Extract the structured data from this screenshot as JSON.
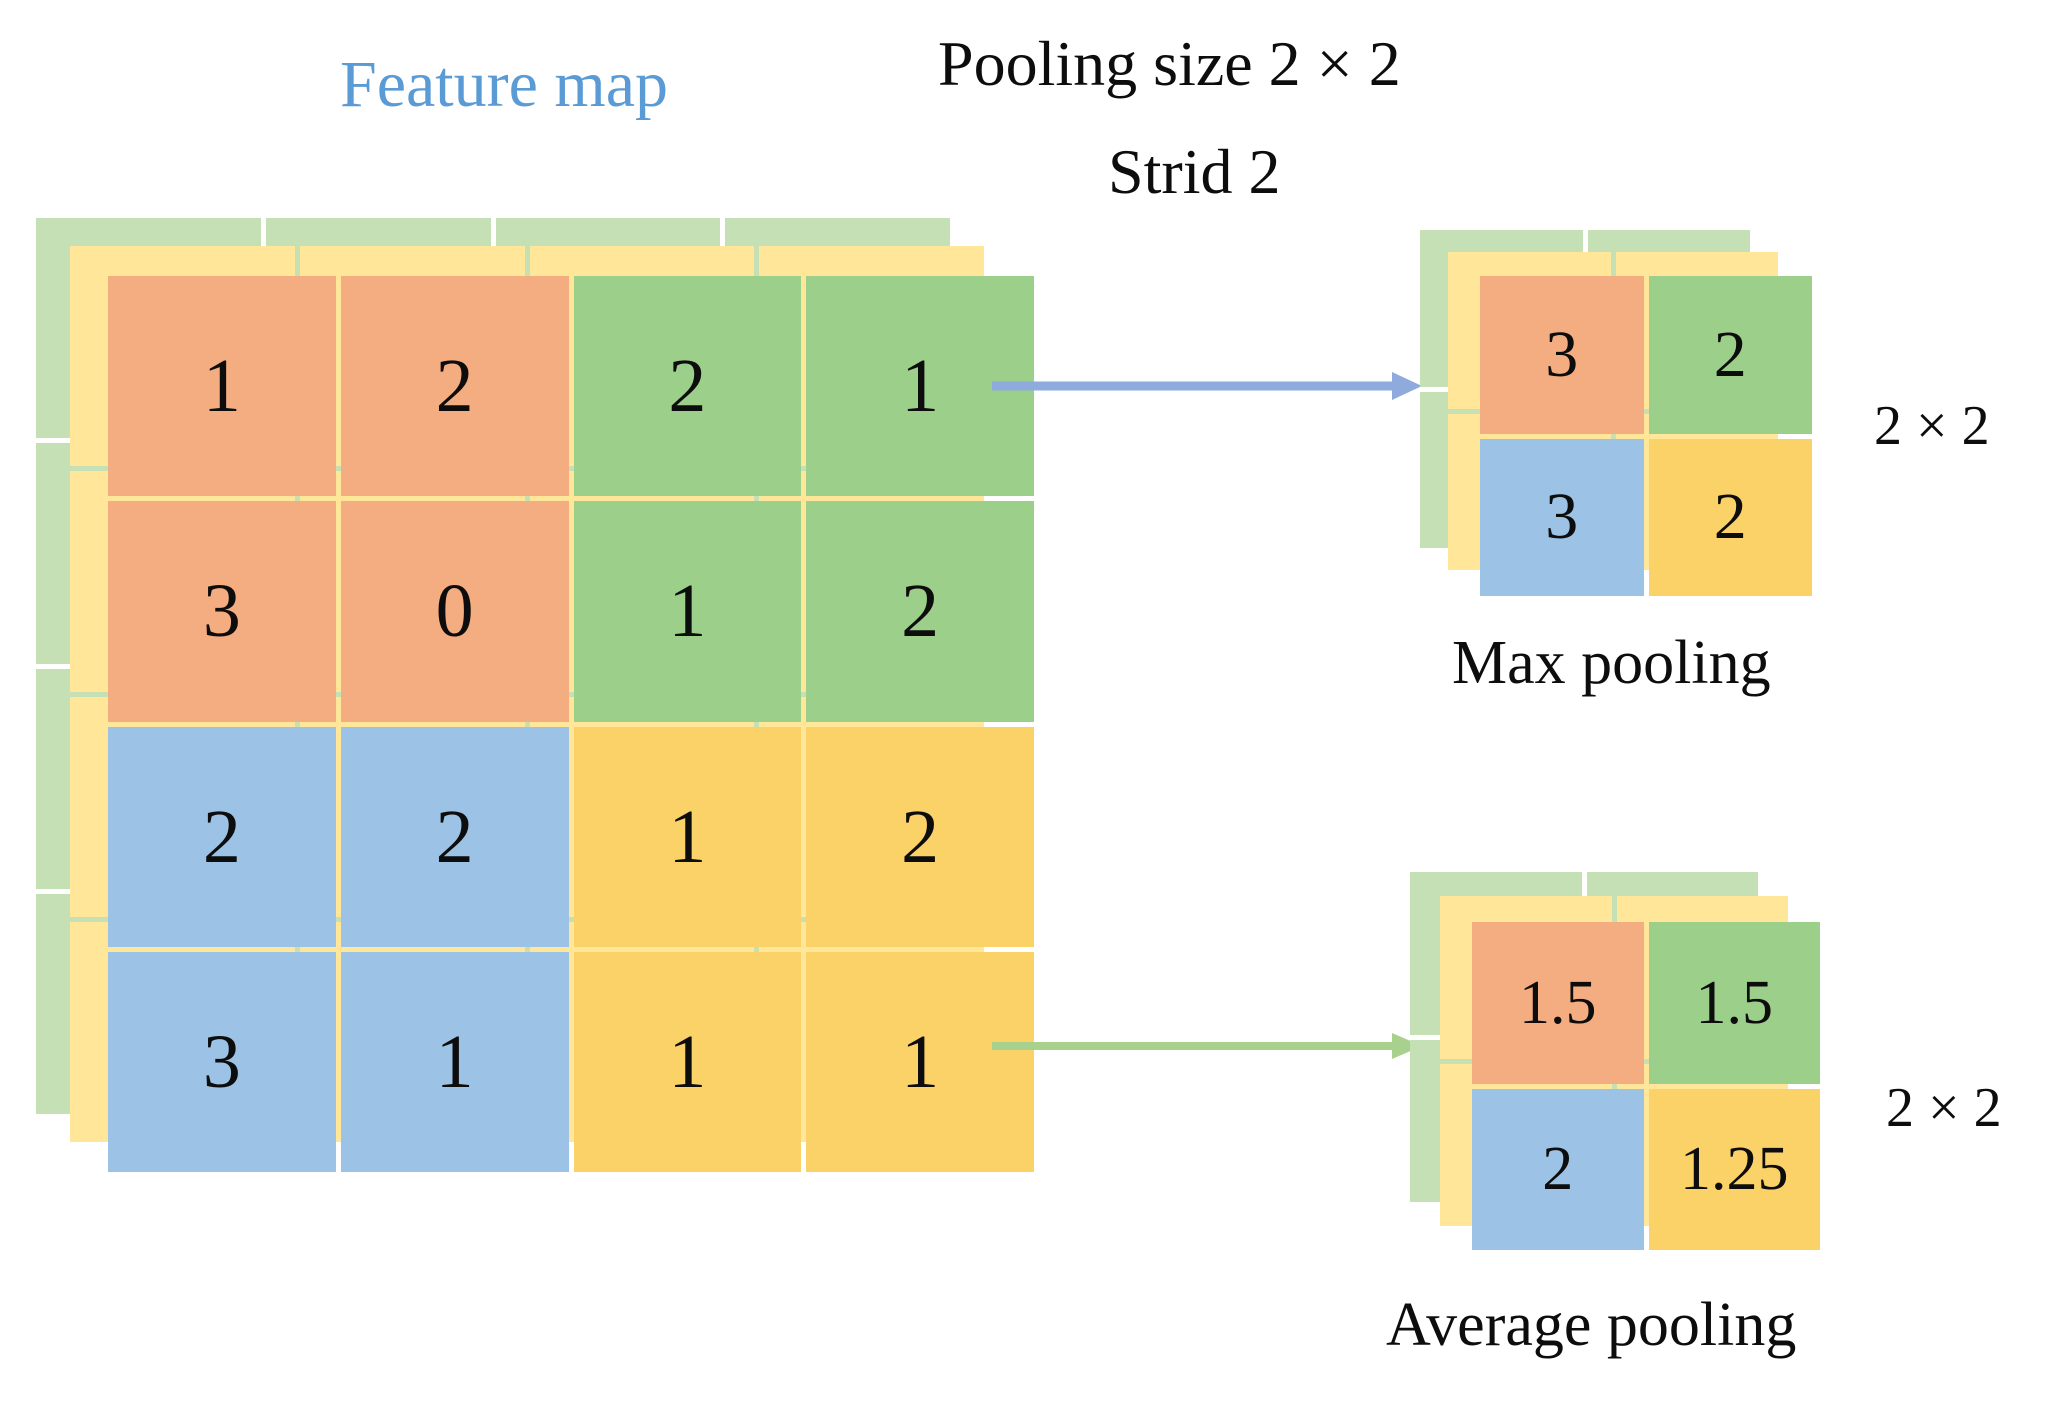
{
  "titles": {
    "feature_map": "Feature map",
    "pooling_size": "Pooling size 2 × 2",
    "stride": "Strid 2",
    "max_pooling": "Max pooling",
    "average_pooling": "Average pooling",
    "max_output_dim": "2 × 2",
    "avg_output_dim": "2 × 2"
  },
  "colors": {
    "orange": "#F4AD80",
    "green": "#9BCF8A",
    "blue": "#9CC3E5",
    "yellow": "#FBD267",
    "back_green": "#C5E0B4",
    "back_yellow": "#FFE699",
    "title_blue": "#5B9BD5",
    "arrow_max": "#8FAADC",
    "arrow_avg": "#A9D18E",
    "text": "#0D0D0D",
    "gap": "#FFFFFF"
  },
  "chart_data": {
    "type": "heatmap",
    "title": "Max pooling and average pooling over a 4×4 feature map",
    "feature_map": {
      "label": "Feature map",
      "rows": 4,
      "cols": 4,
      "values": [
        [
          1,
          2,
          2,
          1
        ],
        [
          3,
          0,
          1,
          2
        ],
        [
          2,
          2,
          1,
          2
        ],
        [
          3,
          1,
          1,
          1
        ]
      ],
      "cell_colors": [
        [
          "#F4AD80",
          "#F4AD80",
          "#9BCF8A",
          "#9BCF8A"
        ],
        [
          "#F4AD80",
          "#F4AD80",
          "#9BCF8A",
          "#9BCF8A"
        ],
        [
          "#9CC3E5",
          "#9CC3E5",
          "#FBD267",
          "#FBD267"
        ],
        [
          "#9CC3E5",
          "#9CC3E5",
          "#FBD267",
          "#FBD267"
        ]
      ]
    },
    "max_pooling": {
      "label": "Max pooling",
      "output_dim": "2 × 2",
      "rows": 2,
      "cols": 2,
      "values": [
        [
          3,
          2
        ],
        [
          3,
          2
        ]
      ],
      "cell_colors": [
        [
          "#F4AD80",
          "#9BCF8A"
        ],
        [
          "#9CC3E5",
          "#FBD267"
        ]
      ]
    },
    "average_pooling": {
      "label": "Average pooling",
      "output_dim": "2 × 2",
      "rows": 2,
      "cols": 2,
      "values": [
        [
          1.5,
          1.5
        ],
        [
          2,
          1.25
        ]
      ],
      "cell_colors": [
        [
          "#F4AD80",
          "#9BCF8A"
        ],
        [
          "#9CC3E5",
          "#FBD267"
        ]
      ]
    },
    "pooling_size": "2 × 2",
    "stride": 2
  },
  "feature_map_cells": [
    {
      "value": "1",
      "color": "#F4AD80"
    },
    {
      "value": "2",
      "color": "#F4AD80"
    },
    {
      "value": "2",
      "color": "#9BCF8A"
    },
    {
      "value": "1",
      "color": "#9BCF8A"
    },
    {
      "value": "3",
      "color": "#F4AD80"
    },
    {
      "value": "0",
      "color": "#F4AD80"
    },
    {
      "value": "1",
      "color": "#9BCF8A"
    },
    {
      "value": "2",
      "color": "#9BCF8A"
    },
    {
      "value": "2",
      "color": "#9CC3E5"
    },
    {
      "value": "2",
      "color": "#9CC3E5"
    },
    {
      "value": "1",
      "color": "#FBD267"
    },
    {
      "value": "2",
      "color": "#FBD267"
    },
    {
      "value": "3",
      "color": "#9CC3E5"
    },
    {
      "value": "1",
      "color": "#9CC3E5"
    },
    {
      "value": "1",
      "color": "#FBD267"
    },
    {
      "value": "1",
      "color": "#FBD267"
    }
  ],
  "max_pool_cells": [
    {
      "value": "3",
      "color": "#F4AD80"
    },
    {
      "value": "2",
      "color": "#9BCF8A"
    },
    {
      "value": "3",
      "color": "#9CC3E5"
    },
    {
      "value": "2",
      "color": "#FBD267"
    }
  ],
  "avg_pool_cells": [
    {
      "value": "1.5",
      "color": "#F4AD80"
    },
    {
      "value": "1.5",
      "color": "#9BCF8A"
    },
    {
      "value": "2",
      "color": "#9CC3E5"
    },
    {
      "value": "1.25",
      "color": "#FBD267"
    }
  ],
  "arrows": [
    {
      "name": "max-pooling-arrow",
      "color": "#8FAADC"
    },
    {
      "name": "average-pooling-arrow",
      "color": "#A9D18E"
    }
  ]
}
